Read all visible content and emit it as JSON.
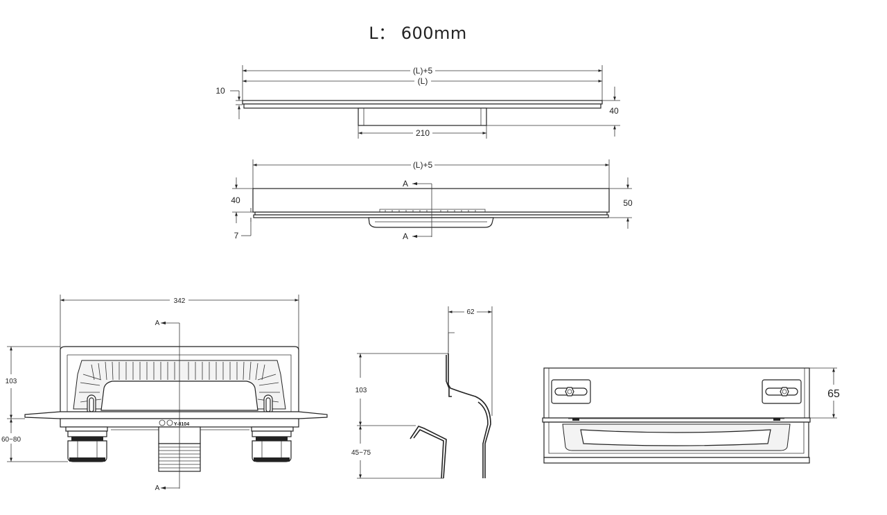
{
  "title": "L： 600mm",
  "top_view": {
    "dim_overall": "(L)+5",
    "dim_length": "(L)",
    "dim_left_height": "10",
    "dim_right_height": "40",
    "dim_outlet_width": "210"
  },
  "front_view": {
    "dim_overall": "(L)+5",
    "dim_left_height": "40",
    "dim_bottom": "7",
    "dim_right_height": "50",
    "section_mark_top": "A",
    "section_mark_bottom": "A"
  },
  "side_view": {
    "dim_width": "342",
    "dim_height": "103",
    "dim_adjust": "60~80",
    "model_code": "Y-8104",
    "section_mark_top": "A",
    "section_mark_bottom": "A"
  },
  "section_view": {
    "dim_top_width": "62",
    "dim_height": "103",
    "dim_adjust": "45~75"
  },
  "end_view": {
    "dim_height": "65"
  },
  "icons": [
    "arrow-left-icon",
    "hex-nut-icon",
    "slot-icon",
    "circle-icon"
  ]
}
